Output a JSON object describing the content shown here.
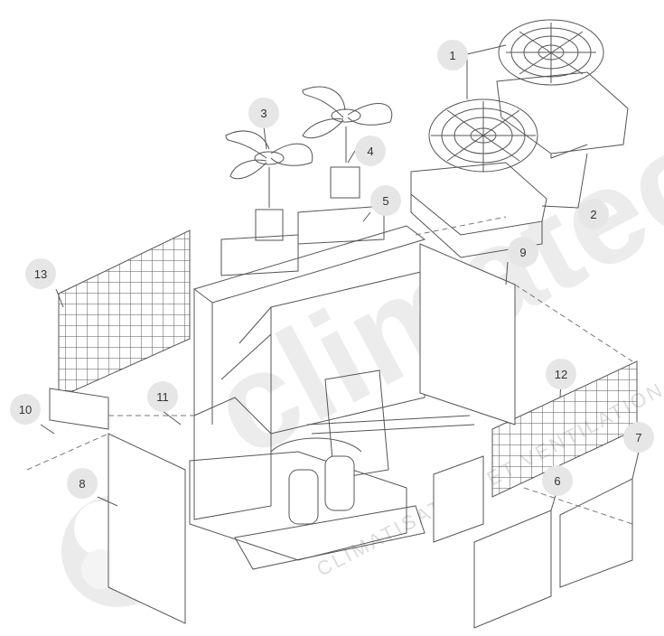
{
  "watermark": {
    "brand_text": "climatec",
    "tagline": "CLIMATISATION ET VENTILATION",
    "color": "#d9d9d9"
  },
  "diagram": {
    "line_color": "#555555",
    "callout_fill": "#e6e6e6",
    "callouts": [
      "1",
      "2",
      "3",
      "4",
      "5",
      "6",
      "7",
      "8",
      "9",
      "10",
      "11",
      "12",
      "13"
    ]
  }
}
